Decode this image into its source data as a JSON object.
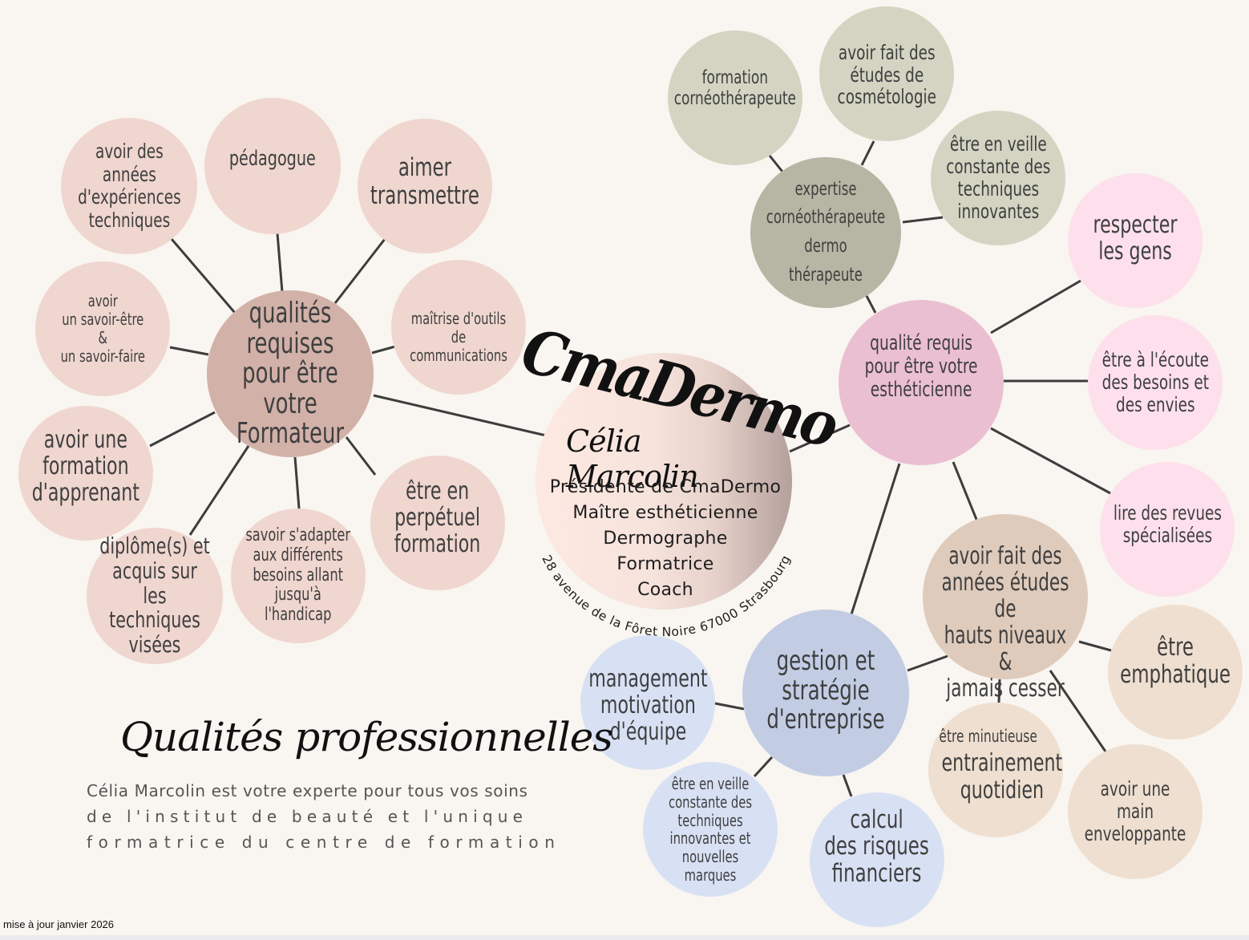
{
  "brand": {
    "logo_text": "CmaDermo",
    "name": "Célia Marcolin",
    "roles": [
      "Présidente de CmaDermo",
      "Maître esthéticienne",
      "Dermographe",
      "Formatrice",
      "Coach"
    ],
    "address": "28 avenue de la Fôret Noire 67000 Strasbourg"
  },
  "colors": {
    "background": "#f9f5f0",
    "line": "#3d3d3d",
    "text": "#3f3f3f",
    "formateur_hub": "#d2b1a9",
    "formateur_leaf": "#efd6cf",
    "expertise_hub": "#b7b5a4",
    "expertise_leaf": "#d4d4c3",
    "estheticienne_hub": "#ebbfd2",
    "estheticienne_leaf": "#fde0ec",
    "etudes_hub": "#dfcbbc",
    "etudes_leaf": "#efdfd0",
    "gestion_hub": "#c2cde4",
    "gestion_leaf": "#d8e1f4"
  },
  "clusters": {
    "formateur": {
      "hub": "qualités\nrequises\npour être votre\nFormateur",
      "leaves": [
        "avoir des\nannées\nd'expériences\ntechniques",
        "pédagogue",
        "aimer\ntransmettre",
        "avoir\nun savoir-être\n&\nun savoir-faire",
        "maîtrise d'outils de\ncommunications",
        "avoir une\nformation\nd'apprenant",
        "diplôme(s) et\nacquis  sur les\ntechniques\nvisées",
        "savoir s'adapter\naux différents\nbesoins allant\njusqu'à\nl'handicap",
        "être en\nperpétuel\nformation"
      ]
    },
    "expertise": {
      "hub": "expertise\ncornéothérapeute\ndermo thérapeute",
      "leaves": [
        "formation\ncornéothérapeute",
        "avoir fait des\nétudes de\ncosmétologie",
        "être en veille\nconstante des\ntechniques\ninnovantes"
      ]
    },
    "estheticienne": {
      "hub": "qualité requis\npour être votre\nesthéticienne",
      "leaves": [
        "respecter\nles gens",
        "être à l'écoute\ndes besoins et\ndes envies",
        "lire des revues\nspécialisées"
      ]
    },
    "etudes": {
      "hub": "avoir fait des\nannées études de\nhauts niveaux &\njamais cesser",
      "leaves": [
        "être\nemphatique",
        "être minutieuse",
        "entrainement\nquotidien",
        "avoir une main\nenveloppante"
      ]
    },
    "gestion": {
      "hub": "gestion et\nstratégie\nd'entreprise",
      "leaves": [
        "management\nmotivation\nd'équipe",
        "être en veille\nconstante des\ntechniques\ninnovantes et\nnouvelles marques",
        "calcul\ndes risques\nfinanciers"
      ]
    }
  },
  "section": {
    "title": "Qualités professionnelles",
    "description_lines": [
      "Célia Marcolin est votre experte pour tous vos soins",
      "de l'institut de beauté et l'unique",
      "formatrice du centre de formation"
    ]
  },
  "footer": {
    "update_note": "mise à jour janvier 2026"
  }
}
